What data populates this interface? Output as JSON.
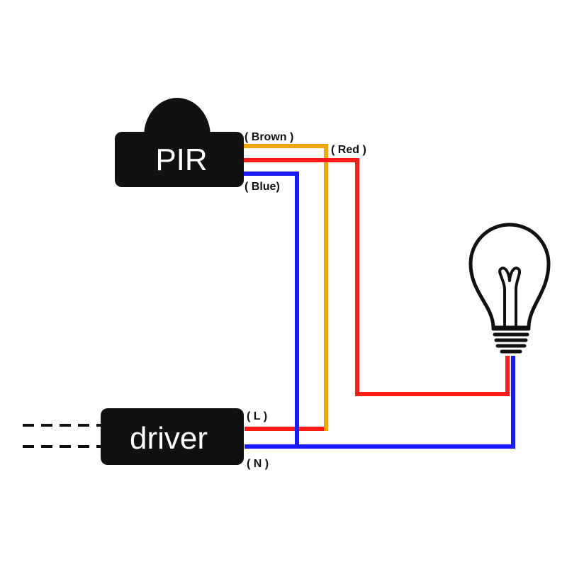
{
  "pir": {
    "label": "PIR"
  },
  "driver": {
    "label": "driver"
  },
  "wires": {
    "brown": {
      "label": "( Brown )",
      "color": "#F5A500"
    },
    "red": {
      "label": "( Red )",
      "color": "#FF1A1A"
    },
    "blue": {
      "label": "( Blue)",
      "color": "#1A1AFF"
    }
  },
  "driver_terminals": {
    "L": {
      "label": "( L )"
    },
    "N": {
      "label": "( N )"
    }
  },
  "lamp": {
    "icon": "light-bulb-icon"
  }
}
